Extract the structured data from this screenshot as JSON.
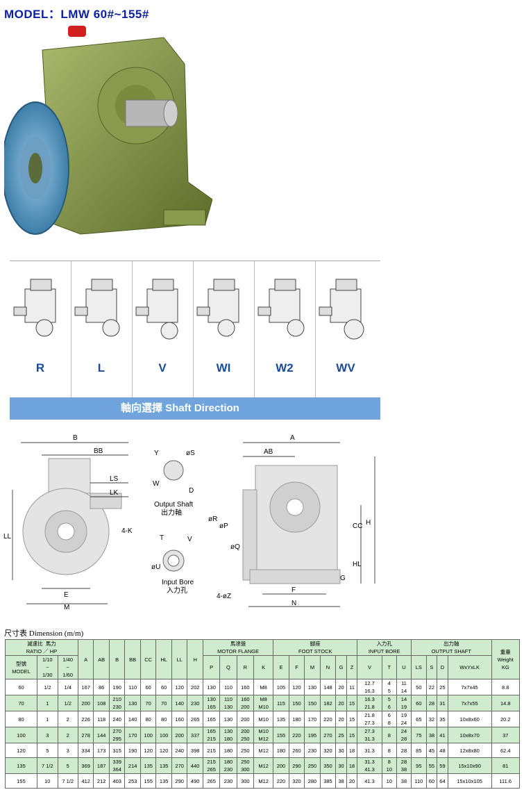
{
  "title": "MODEL：LMW 60#~155#",
  "shaft": {
    "items": [
      "R",
      "L",
      "V",
      "WI",
      "W2",
      "WV"
    ],
    "banner": "軸向選擇 Shaft Direction"
  },
  "drawings": {
    "labels": {
      "B": "B",
      "BB": "BB",
      "LS": "LS",
      "LK": "LK",
      "fourK": "4-K",
      "LL": "LL",
      "E": "E",
      "M": "M",
      "Y": "Y",
      "phiS": "øS",
      "W": "W",
      "D": "D",
      "outputShaft": "Output Shaft",
      "outputShaftCn": "出力軸",
      "T": "T",
      "V": "V",
      "phiU": "øU",
      "inputBore": "Input Bore",
      "inputBoreCn": "入力孔",
      "A": "A",
      "AB": "AB",
      "phiR": "øR",
      "phiP": "øP",
      "phiQ": "øQ",
      "CC": "CC",
      "H": "H",
      "HL": "HL",
      "G": "G",
      "F": "F",
      "N": "N",
      "fourPhiZ": "4-øZ"
    }
  },
  "table": {
    "caption": "尺寸表 Dimension (m/m)",
    "head": {
      "ratio_cn": "減速比",
      "hp_cn": "馬力",
      "ratio_hp": "RATIO ／ HP",
      "model_cn": "型號",
      "model": "MODEL",
      "r1": "1/10",
      "r1b": "~",
      "r1c": "1/30",
      "r2": "1/40",
      "r2b": "~",
      "r2c": "1/60",
      "A": "A",
      "AB": "AB",
      "B": "B",
      "BB": "BB",
      "CC": "CC",
      "HL": "HL",
      "LL": "LL",
      "H": "H",
      "motor_cn": "馬達盤",
      "motor": "MOTOR FLANGE",
      "P": "P",
      "Q": "Q",
      "R": "R",
      "K": "K",
      "foot_cn": "腳座",
      "foot": "FOOT STOCK",
      "E": "E",
      "F": "F",
      "M": "M",
      "N": "N",
      "G": "G",
      "Z": "Z",
      "bore_cn": "入力孔",
      "bore": "INPUT BORE",
      "V": "V",
      "T": "T",
      "U": "U",
      "out_cn": "出力軸",
      "out": "OUTPUT SHAFT",
      "LS": "LS",
      "S": "S",
      "D": "D",
      "WYLK": "WxYxLK",
      "wt_cn": "重量",
      "wt": "Weight",
      "kg": "KG"
    },
    "rows": [
      {
        "model": "60",
        "r1": "1/2",
        "r2": "1/4",
        "A": "167",
        "AB": "86",
        "B": "190",
        "BB": "110",
        "CC": "60",
        "HL": "60",
        "LL": "120",
        "H": "202",
        "P": "130",
        "Q": "110",
        "R": "160",
        "K": "M8",
        "E": "105",
        "F": "120",
        "M": "130",
        "N": "148",
        "G": "20",
        "Z": "11",
        "V": "12.7 / 16.3",
        "T": "4 / 5",
        "U": "11 / 14",
        "LS": "50",
        "S": "22",
        "D": "25",
        "WYLK": "7x7x45",
        "KG": "8.8"
      },
      {
        "model": "70",
        "r1": "1",
        "r2": "1/2",
        "A": "200",
        "AB": "108",
        "B": "210 / 230",
        "BB": "130",
        "CC": "70",
        "HL": "70",
        "LL": "140",
        "H": "230",
        "P": "130 / 165",
        "Q": "110 / 130",
        "R": "160 / 200",
        "K": "M8 / M10",
        "E": "115",
        "F": "150",
        "M": "150",
        "N": "182",
        "G": "20",
        "Z": "15",
        "V": "16.3 / 21.8",
        "T": "5 / 6",
        "U": "14 / 19",
        "LS": "60",
        "S": "28",
        "D": "31",
        "WYLK": "7x7x55",
        "KG": "14.8"
      },
      {
        "model": "80",
        "r1": "1",
        "r2": "2",
        "A": "226",
        "AB": "118",
        "B": "240",
        "BB": "140",
        "CC": "80",
        "HL": "80",
        "LL": "160",
        "H": "265",
        "P": "165",
        "Q": "130",
        "R": "200",
        "K": "M10",
        "E": "135",
        "F": "180",
        "M": "170",
        "N": "220",
        "G": "20",
        "Z": "15",
        "V": "21.8 / 27.3",
        "T": "6 / 8",
        "U": "19 / 24",
        "LS": "65",
        "S": "32",
        "D": "35",
        "WYLK": "10x8x60",
        "KG": "20.2"
      },
      {
        "model": "100",
        "r1": "3",
        "r2": "2",
        "A": "278",
        "AB": "144",
        "B": "270 / 295",
        "BB": "170",
        "CC": "100",
        "HL": "100",
        "LL": "200",
        "H": "337",
        "P": "165 / 215",
        "Q": "130 / 180",
        "R": "200 / 250",
        "K": "M10 / M12",
        "E": "155",
        "F": "220",
        "M": "195",
        "N": "270",
        "G": "25",
        "Z": "15",
        "V": "27.3 / 31.3",
        "T": "8",
        "U": "24 / 28",
        "LS": "75",
        "S": "38",
        "D": "41",
        "WYLK": "10x8x70",
        "KG": "37"
      },
      {
        "model": "120",
        "r1": "5",
        "r2": "3",
        "A": "334",
        "AB": "173",
        "B": "315",
        "BB": "190",
        "CC": "120",
        "HL": "120",
        "LL": "240",
        "H": "398",
        "P": "215",
        "Q": "180",
        "R": "250",
        "K": "M12",
        "E": "180",
        "F": "260",
        "M": "230",
        "N": "320",
        "G": "30",
        "Z": "18",
        "V": "31.3",
        "T": "8",
        "U": "28",
        "LS": "85",
        "S": "45",
        "D": "48",
        "WYLK": "12x8x80",
        "KG": "62.4"
      },
      {
        "model": "135",
        "r1": "7 1/2",
        "r2": "5",
        "A": "369",
        "AB": "187",
        "B": "339 / 364",
        "BB": "214",
        "CC": "135",
        "HL": "135",
        "LL": "270",
        "H": "440",
        "P": "215 / 265",
        "Q": "180 / 230",
        "R": "250 / 300",
        "K": "M12",
        "E": "200",
        "F": "290",
        "M": "250",
        "N": "350",
        "G": "30",
        "Z": "18",
        "V": "31.3 / 41.3",
        "T": "8 / 10",
        "U": "28 / 38",
        "LS": "95",
        "S": "55",
        "D": "59",
        "WYLK": "15x10x90",
        "KG": "81"
      },
      {
        "model": "155",
        "r1": "10",
        "r2": "7 1/2",
        "A": "412",
        "AB": "212",
        "B": "403",
        "BB": "253",
        "CC": "155",
        "HL": "135",
        "LL": "290",
        "H": "490",
        "P": "265",
        "Q": "230",
        "R": "300",
        "K": "M12",
        "E": "220",
        "F": "320",
        "M": "280",
        "N": "385",
        "G": "38",
        "Z": "20",
        "V": "41.3",
        "T": "10",
        "U": "38",
        "LS": "110",
        "S": "60",
        "D": "64",
        "WYLK": "15x10x105",
        "KG": "111.6"
      }
    ]
  }
}
